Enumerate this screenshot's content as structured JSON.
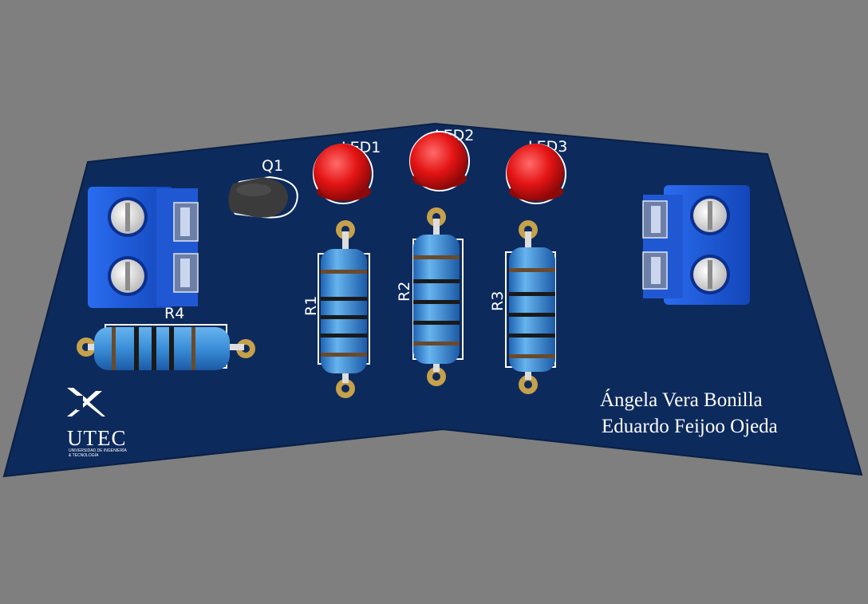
{
  "board": {
    "authors": [
      "Ángela Vera Bonilla",
      "Eduardo Feijoo Ojeda"
    ],
    "logo": {
      "name": "UTEC",
      "subtitle_line1": "UNIVERSIDAD DE INGENIERÍA",
      "subtitle_line2": "& TECNOLOGÍA"
    }
  },
  "labels": {
    "q1": "Q1",
    "led1": "LED1",
    "led2": "LED2",
    "led3": "LED3",
    "r1": "R1",
    "r2": "R2",
    "r3": "R3",
    "r4": "R4"
  },
  "colors": {
    "background": "#7f7f7f",
    "pcb": "#0d2a5c",
    "led": "#e21616",
    "resistor": "#3a8ed8",
    "terminal": "#1f5fd6",
    "transistor": "#3b3b3b"
  }
}
